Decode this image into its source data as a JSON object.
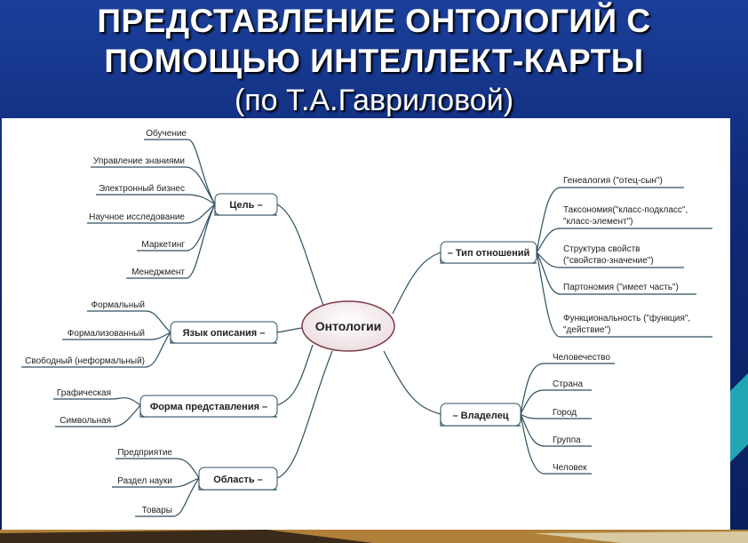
{
  "title": {
    "line1": "ПРЕДСТАВЛЕНИЕ ОНТОЛОГИЙ С",
    "line2": "ПОМОЩЬЮ ИНТЕЛЛЕКТ-КАРТЫ",
    "line3": "(по Т.А.Гавриловой)"
  },
  "center": "Онтологии",
  "branches": {
    "goal": {
      "label": "Цель –",
      "items": [
        "Обучение",
        "Управление знаниями",
        "Электронный бизнес",
        "Научное исследование",
        "Маркетинг",
        "Менеджмент"
      ]
    },
    "language": {
      "label": "Язык описания –",
      "items": [
        "Формальный",
        "Формализованный",
        "Свободный (неформальный)"
      ]
    },
    "form": {
      "label": "Форма представления –",
      "items": [
        "Графическая",
        "Символьная"
      ]
    },
    "area": {
      "label": "Область –",
      "items": [
        "Предприятие",
        "Раздел науки",
        "Товары"
      ]
    },
    "relation": {
      "label": "– Тип отношений",
      "items": [
        {
          "l1": "Генеалогия (\"отец-сын\")",
          "l2": ""
        },
        {
          "l1": "Таксономия(\"класс-подкласс\",",
          "l2": "\"класс-элемент\")"
        },
        {
          "l1": "Структура свойств",
          "l2": "(\"свойство-значение\")"
        },
        {
          "l1": "Партономия (\"имеет часть\")",
          "l2": ""
        },
        {
          "l1": "Функциональность (\"функция\",",
          "l2": "\"действие\")"
        }
      ]
    },
    "owner": {
      "label": "– Владелец",
      "items": [
        "Человечество",
        "Страна",
        "Город",
        "Группа",
        "Человек"
      ]
    }
  },
  "colors": {
    "background_top": "#1b3f9a",
    "background_bottom": "#0a1f5c",
    "center_fill": "#f4e9ea",
    "center_stroke": "#7a3b48",
    "node_stroke": "#2f4f5f",
    "connector": "#2f4f5f"
  }
}
